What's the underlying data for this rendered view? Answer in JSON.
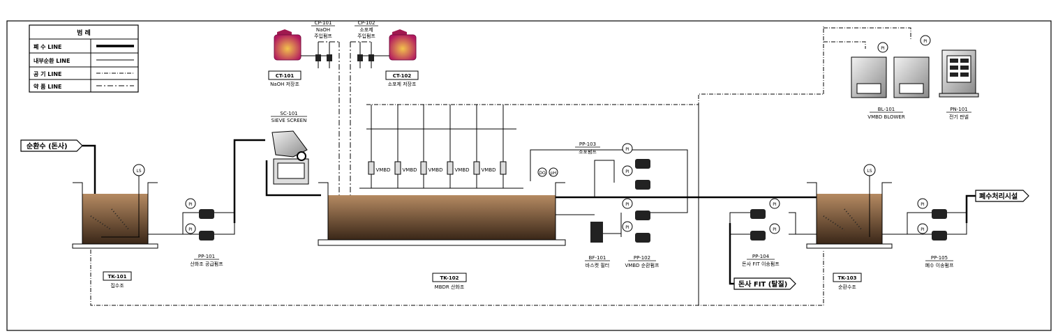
{
  "legend": {
    "title": "범 례",
    "items": [
      {
        "label": "폐 수 LINE",
        "style": "thick"
      },
      {
        "label": "내부순환 LINE",
        "style": "thin"
      },
      {
        "label": "공 기 LINE",
        "style": "air"
      },
      {
        "label": "약 품 LINE",
        "style": "dashdot"
      }
    ]
  },
  "inlet_label": "순환수 (돈사)",
  "outlet_label": "폐수처리시설",
  "fit_label": "돈사 FIT (탈질)",
  "tanks": {
    "tk101": {
      "tag": "TK-101",
      "name": "집수조"
    },
    "tk102": {
      "tag": "TK-102",
      "name": "MBDR 산화조"
    },
    "tk103": {
      "tag": "TK-103",
      "name": "순환수조"
    },
    "ct101": {
      "tag": "CT-101",
      "name": "NaOH 저장조"
    },
    "ct102": {
      "tag": "CT-102",
      "name": "소포제 저장조"
    }
  },
  "equipment": {
    "sc101": {
      "tag": "SC-101",
      "name": "SIEVE SCREEN"
    },
    "cp101": {
      "tag": "CP-101",
      "line1": "NaOH",
      "line2": "주입펌프"
    },
    "cp102": {
      "tag": "CP-102",
      "line1": "소포제",
      "line2": "주입펌프"
    },
    "pp101": {
      "tag": "PP-101",
      "name": "산화조 공급펌프"
    },
    "pp102": {
      "tag": "PP-102",
      "name": "VMBD 순환펌프"
    },
    "pp103": {
      "tag": "PP-103",
      "name": "소포펌프"
    },
    "pp104": {
      "tag": "PP-104",
      "name": "돈사 FIT 이송펌프"
    },
    "pp105": {
      "tag": "PP-105",
      "name": "폐수 이송펌프"
    },
    "bf101": {
      "tag": "BF-101",
      "name": "바스켓 필터"
    },
    "bl101": {
      "tag": "BL-101",
      "name": "VMBD BLOWER"
    },
    "pn101": {
      "tag": "PN-101",
      "name": "전기 판넬"
    }
  },
  "vmbd_label": "VMBD",
  "instruments": {
    "pi": "PI",
    "ls": "LS",
    "do": "DO",
    "ph": "pH"
  },
  "colors": {
    "sludge_top": "#b58a62",
    "sludge_bottom": "#3a2718",
    "chem_tank_center": "#f3c34c",
    "chem_tank_edge": "#b2195f",
    "line": "#000000"
  }
}
